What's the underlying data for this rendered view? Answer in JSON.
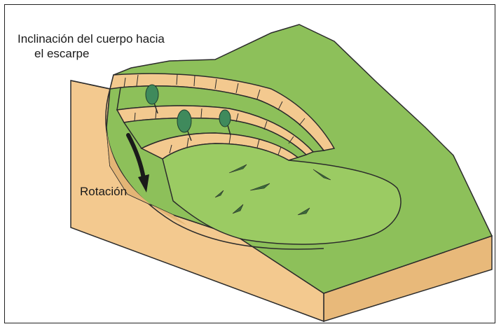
{
  "labels": {
    "inclination_line1": "Inclinación del cuerpo hacia",
    "inclination_line2": "el escarpe",
    "rotation": "Rotación"
  },
  "colors": {
    "grass": "#8dc05a",
    "grass_light": "#9bcb63",
    "soil": "#f3c98f",
    "soil_shade": "#e3b576",
    "soil_dark": "#d9a868",
    "outline": "#2b2b2b",
    "arrow": "#1a1a1a",
    "tree": "#3f8a5c"
  },
  "icons": {
    "rotation_arrow": "arrow-down-curved-icon",
    "tree": "tree-icon",
    "crack": "tension-crack-icon"
  }
}
